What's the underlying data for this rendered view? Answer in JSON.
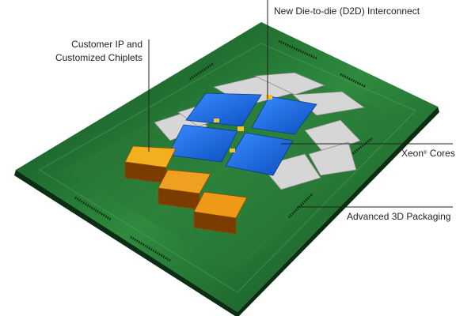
{
  "labels": {
    "d2d": "New Die-to-die (D2D) Interconnect",
    "customer_line1": "Customer IP and",
    "customer_line2": "Customized Chiplets",
    "xeon": "Xeon",
    "xeon_reg": "®",
    "xeon_suffix": " Cores",
    "packaging": "Advanced 3D Packaging"
  },
  "colors": {
    "substrate": "#1f6b2e",
    "substrate_light": "#3a9a4a",
    "core": "#1f6fe0",
    "chiplet": "#f0a020",
    "io_die": "#d8d8d8"
  }
}
